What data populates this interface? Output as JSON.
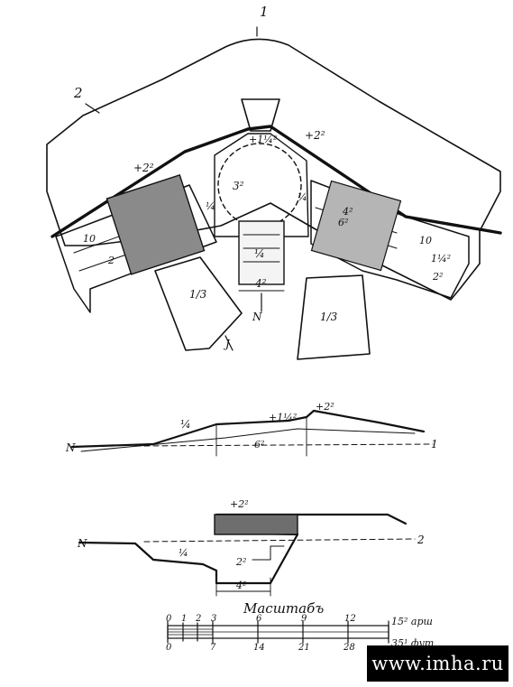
{
  "plan": {
    "labels": {
      "point_1": "1",
      "point_2": "2",
      "marker_n": "N",
      "marker_j": "J",
      "elev_top_left": "+2²",
      "elev_top_right": "+2²",
      "elev_small": "+1¼²",
      "dim_3": "3²",
      "dim_4": "4²",
      "dim_4_mid": "4²",
      "dim_6": "6²",
      "slope_1_4_left": "¼",
      "slope_1_4_right": "¼",
      "slope_1_4_mid": "¼",
      "slope_1_3_left": "1/3",
      "slope_1_3_right": "1/3",
      "dim_10_left": "10",
      "dim_10_right": "10",
      "dim_1_4_right": "1¼²",
      "dim_2_left": "2",
      "dim_2_right": "2²"
    }
  },
  "section_a": {
    "labels": {
      "marker_n": "N",
      "point_1": "1",
      "slope": "¼",
      "elev": "+1¼²",
      "elev2": "+2²",
      "dim": "6²"
    }
  },
  "section_b": {
    "labels": {
      "marker_n": "N",
      "point_2": "2",
      "elev": "+2²",
      "slope": "¼",
      "dim_2": "2²",
      "dim_4": "4²"
    }
  },
  "scale": {
    "title": "Масштабъ",
    "top_ticks": [
      "0",
      "1",
      "2",
      "3",
      "6",
      "9",
      "12"
    ],
    "bottom_ticks": [
      "0",
      "7",
      "14",
      "21",
      "28"
    ],
    "top_unit": "15² арш",
    "bottom_unit": "35¹ фут"
  },
  "watermark": "www.imha.ru"
}
